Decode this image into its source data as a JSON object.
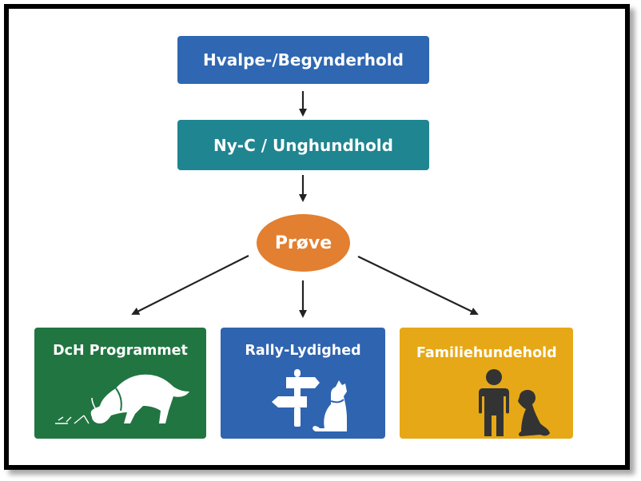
{
  "diagram": {
    "type": "flowchart",
    "nodes": [
      {
        "id": "n1",
        "label": "Hvalpe-/Begynderhold",
        "shape": "rectangle",
        "color": "#2f67b2"
      },
      {
        "id": "n2",
        "label": "Ny-C / Unghundhold",
        "shape": "rectangle",
        "color": "#1f8590"
      },
      {
        "id": "n3",
        "label": "Prøve",
        "shape": "ellipse",
        "color": "#e27f30"
      },
      {
        "id": "c1",
        "label": "DcH Programmet",
        "shape": "card",
        "color": "#217541",
        "icon": "tracking-dog-icon"
      },
      {
        "id": "c2",
        "label": "Rally-Lydighed",
        "shape": "card",
        "color": "#2f64b0",
        "icon": "signpost-dog-icon"
      },
      {
        "id": "c3",
        "label": "Familiehundehold",
        "shape": "card",
        "color": "#e6a817",
        "icon": "person-dog-icon"
      }
    ],
    "edges": [
      {
        "from": "n1",
        "to": "n2"
      },
      {
        "from": "n2",
        "to": "n3"
      },
      {
        "from": "n3",
        "to": "c1"
      },
      {
        "from": "n3",
        "to": "c2"
      },
      {
        "from": "n3",
        "to": "c3"
      }
    ]
  }
}
